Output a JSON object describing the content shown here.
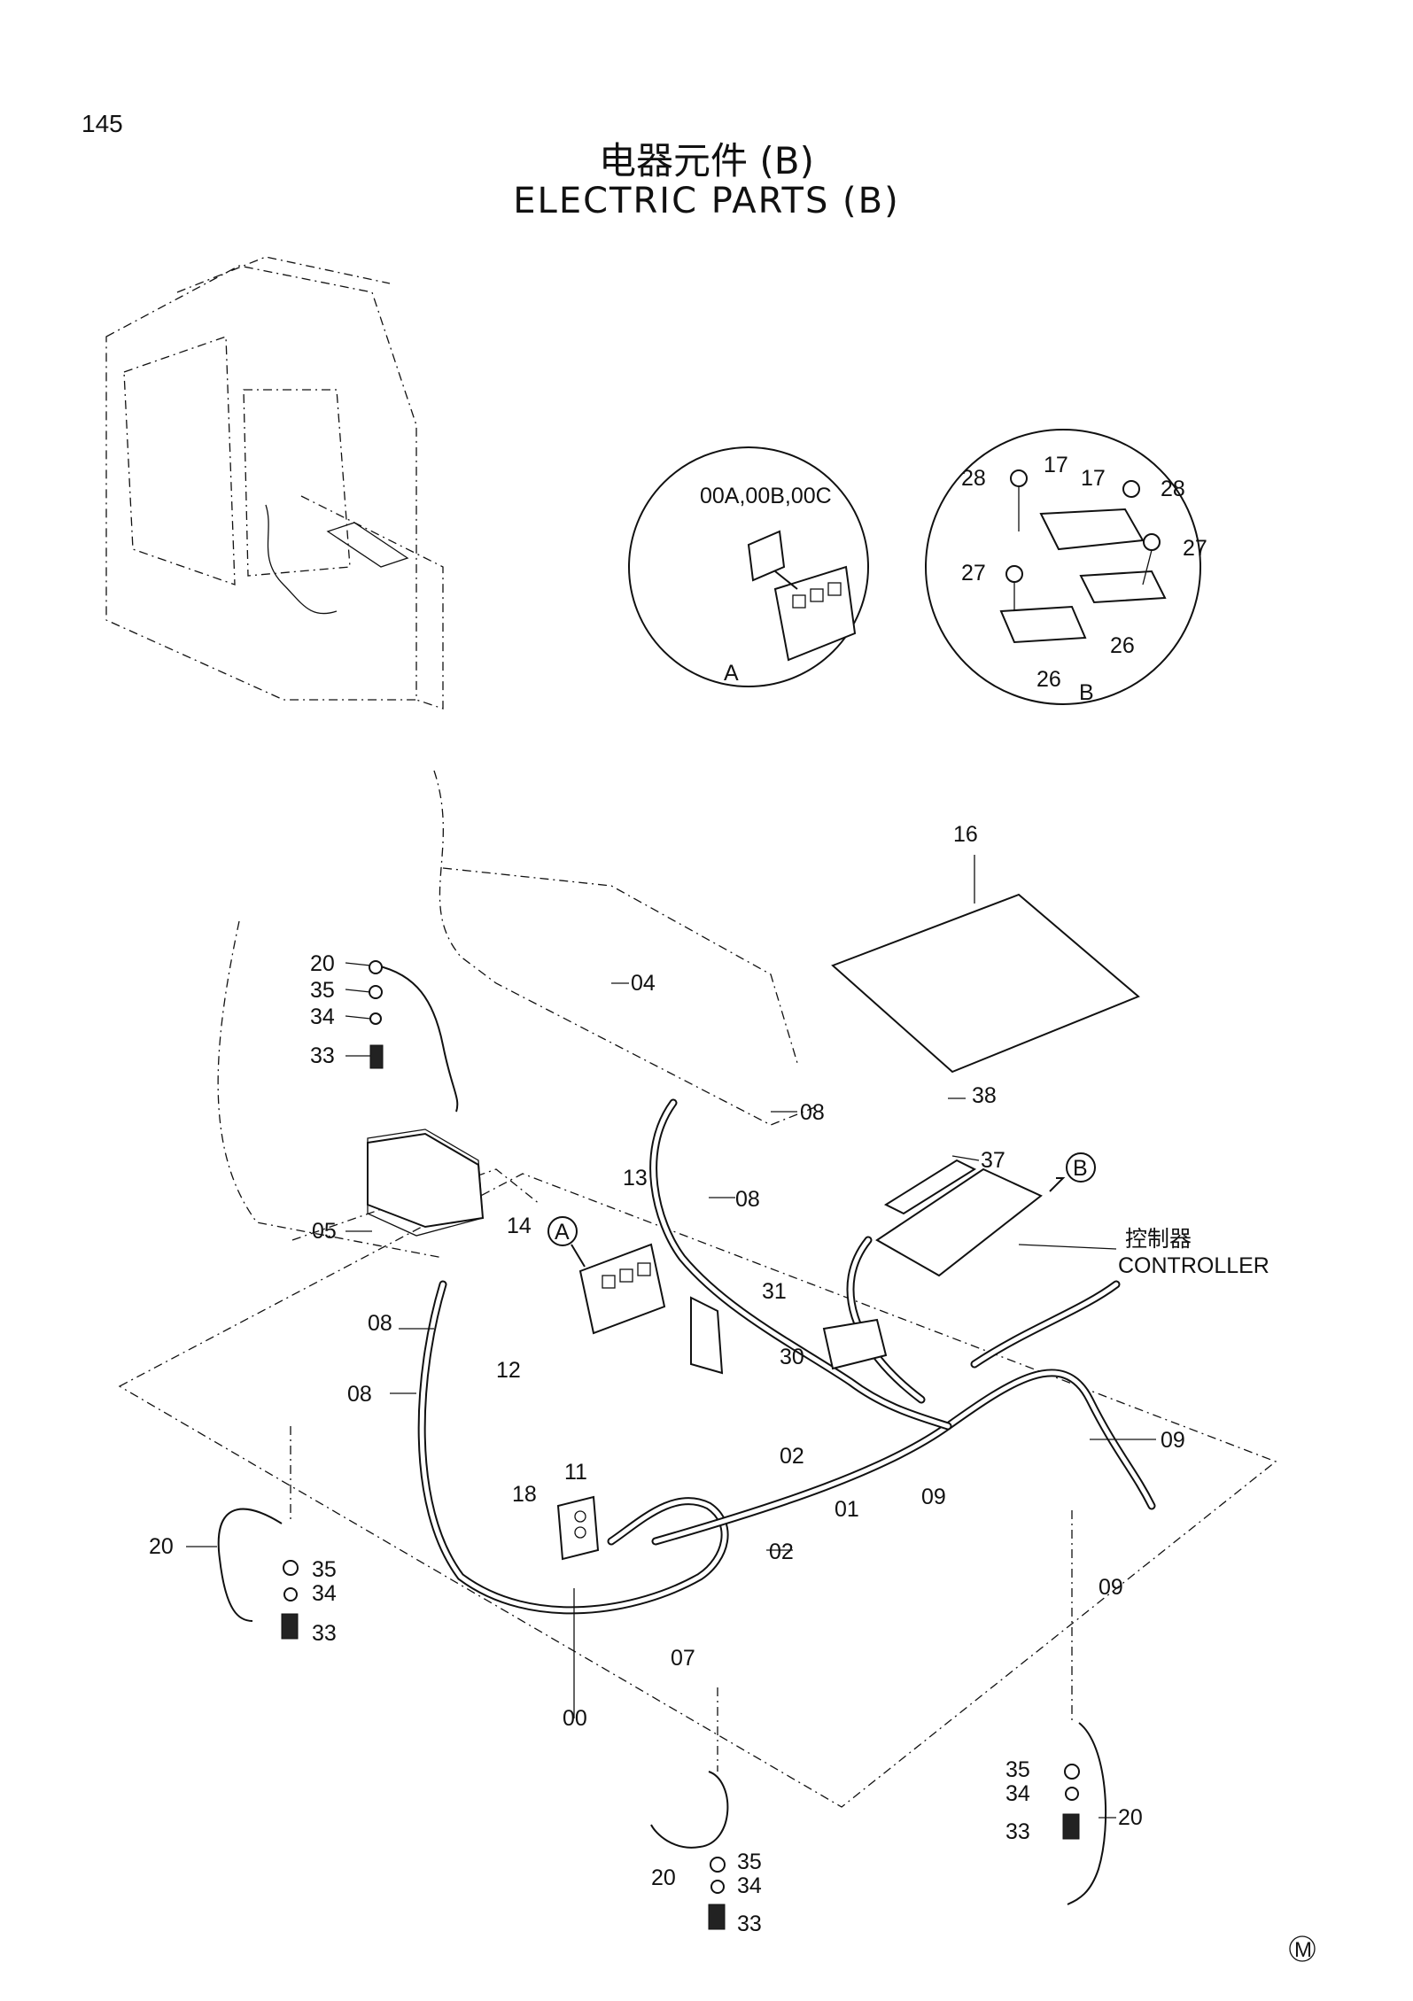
{
  "page_number": "145",
  "title_cn": "电器元件 (B)",
  "title_en": "ELECTRIC  PARTS  (B)",
  "detail_a": {
    "header": "00A,00B,00C",
    "marker": "A"
  },
  "detail_b": {
    "marker": "B",
    "labels": [
      "28",
      "17",
      "17",
      "28",
      "27",
      "27",
      "26",
      "26"
    ]
  },
  "callout_a": "A",
  "callout_b": "B",
  "controller": {
    "label_cn": "控制器",
    "label_en": "CONTROLLER"
  },
  "part_labels": {
    "p16": "16",
    "p04": "04",
    "p08a": "08",
    "p08b": "08",
    "p08c": "08",
    "p08d": "08",
    "p13": "13",
    "p14": "14",
    "p05": "05",
    "p12": "12",
    "p11": "11",
    "p18": "18",
    "p31": "31",
    "p30": "30",
    "p02a": "02",
    "p02b": "02",
    "p01": "01",
    "p09a": "09",
    "p09b": "09",
    "p09c": "09",
    "p38": "38",
    "p37": "37",
    "p07": "07",
    "p00": "00",
    "p20a": "20",
    "p35a": "35",
    "p34a": "34",
    "p33a": "33",
    "p20b": "20",
    "p35b": "35",
    "p34b": "34",
    "p33b": "33",
    "p20c": "20",
    "p35c": "35",
    "p34c": "34",
    "p33c": "33",
    "p20d": "20",
    "p35d": "35",
    "p34d": "34",
    "p33d": "33"
  },
  "m_mark": "M"
}
